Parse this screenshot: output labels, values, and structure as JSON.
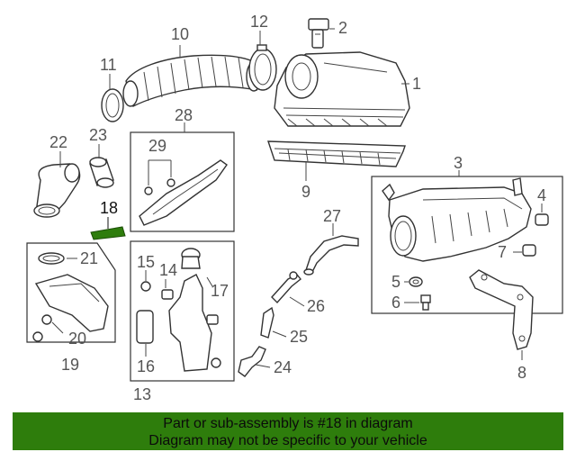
{
  "diagram": {
    "labels": {
      "p1": "1",
      "p2": "2",
      "p3": "3",
      "p4": "4",
      "p5": "5",
      "p6": "6",
      "p7": "7",
      "p8": "8",
      "p9": "9",
      "p10": "10",
      "p11": "11",
      "p12": "12",
      "p13": "13",
      "p14": "14",
      "p15": "15",
      "p16": "16",
      "p17": "17",
      "p18": "18",
      "p19": "19",
      "p20": "20",
      "p21": "21",
      "p22": "22",
      "p23": "23",
      "p24": "24",
      "p25": "25",
      "p26": "26",
      "p27": "27",
      "p28": "28",
      "p29": "29"
    },
    "highlight_color": "#2e7d0c"
  },
  "banner": {
    "line1": "Part or sub-assembly is #18 in diagram",
    "line2": "Diagram may not be specific to your vehicle",
    "background": "#2e7d0c"
  }
}
